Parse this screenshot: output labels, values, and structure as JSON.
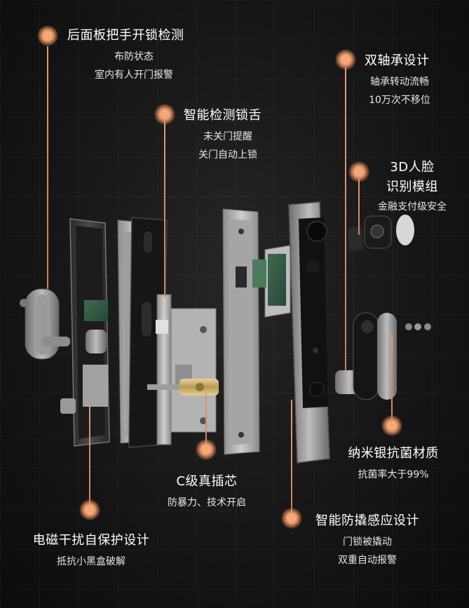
{
  "accent_color": "#e8935f",
  "background_color": "#151515",
  "callouts": {
    "rear_panel": {
      "title": "后面板把手开锁检测",
      "lines": [
        "布防状态",
        "室内有人开门报警"
      ]
    },
    "latch": {
      "title": "智能检测锁舌",
      "lines": [
        "未关门提醒",
        "关门自动上锁"
      ]
    },
    "bearing": {
      "title": "双轴承设计",
      "lines": [
        "轴承转动流畅",
        "10万次不移位"
      ]
    },
    "face": {
      "title": "3D人脸",
      "title2": "识别模组",
      "lines": [
        "金融支付级安全"
      ]
    },
    "nano": {
      "title": "纳米银抗菌材质",
      "lines": [
        "抗菌率大于99%"
      ]
    },
    "cylinder": {
      "title": "C级真插芯",
      "lines": [
        "防暴力、技术开启"
      ]
    },
    "em": {
      "title": "电磁干扰自保护设计",
      "lines": [
        "抵抗小黑盒破解"
      ]
    },
    "tamper": {
      "title": "智能防撬感应设计",
      "lines": [
        "门锁被撬动",
        "双重自动报警"
      ]
    }
  }
}
